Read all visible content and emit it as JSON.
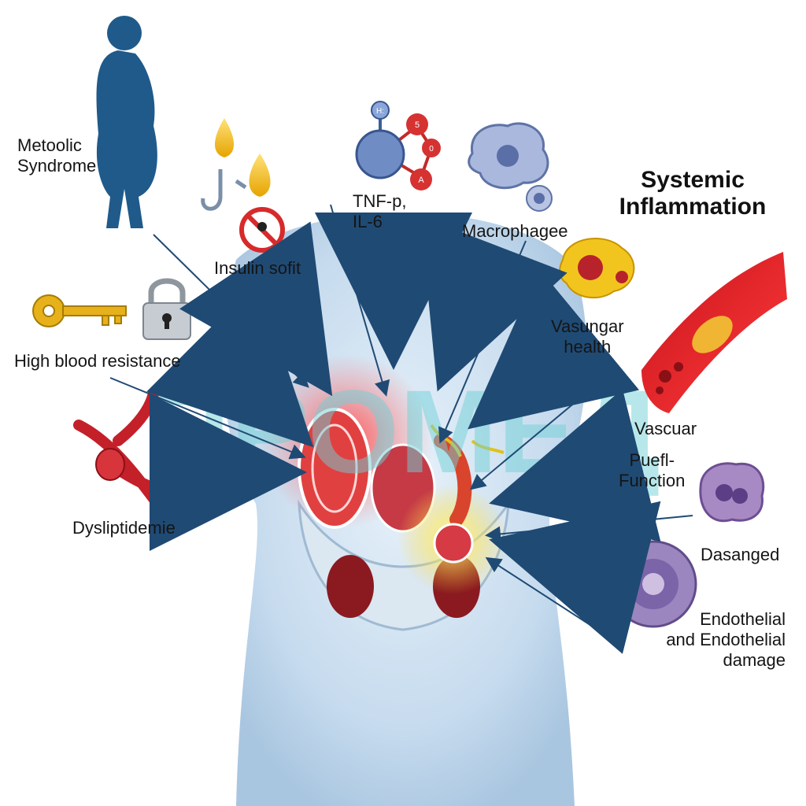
{
  "title": "Systemic\nInflammation",
  "watermark": "ПРОМЕД",
  "labels": {
    "metabolic": "Metoolic\nSyndrome",
    "insulin": "Insulin sofit",
    "tnf": "TNF-p,\n        IL-6",
    "macrophage": "Macrophagee",
    "vasungar": "Vasungar\nhealth",
    "high_blood": "High blood resistance",
    "vascuar": "Vascuar",
    "puefl": "Puefl-\nFunction",
    "dyslip": "Dysliptidemie",
    "dasanged": "Dasanged",
    "endothelial": "Endothelial\nand Endothelial\ndamage"
  },
  "molecule_labels": {
    "h": "H:",
    "five": "5",
    "o": "0",
    "a": "A"
  },
  "colors": {
    "silhouette": "#1f5a8a",
    "arrow": "#2a4f78",
    "body": "#c9dff0",
    "inflamed": "#d9363a",
    "watermark": "#6fd0d6",
    "glow": "#ffd93a"
  },
  "icons": [
    "person-silhouette-icon",
    "drop-icon",
    "no-sign-icon",
    "key-icon",
    "padlock-icon",
    "molecule-icon",
    "macrophage-icon",
    "blood-vessel-icon",
    "cell-icon"
  ]
}
